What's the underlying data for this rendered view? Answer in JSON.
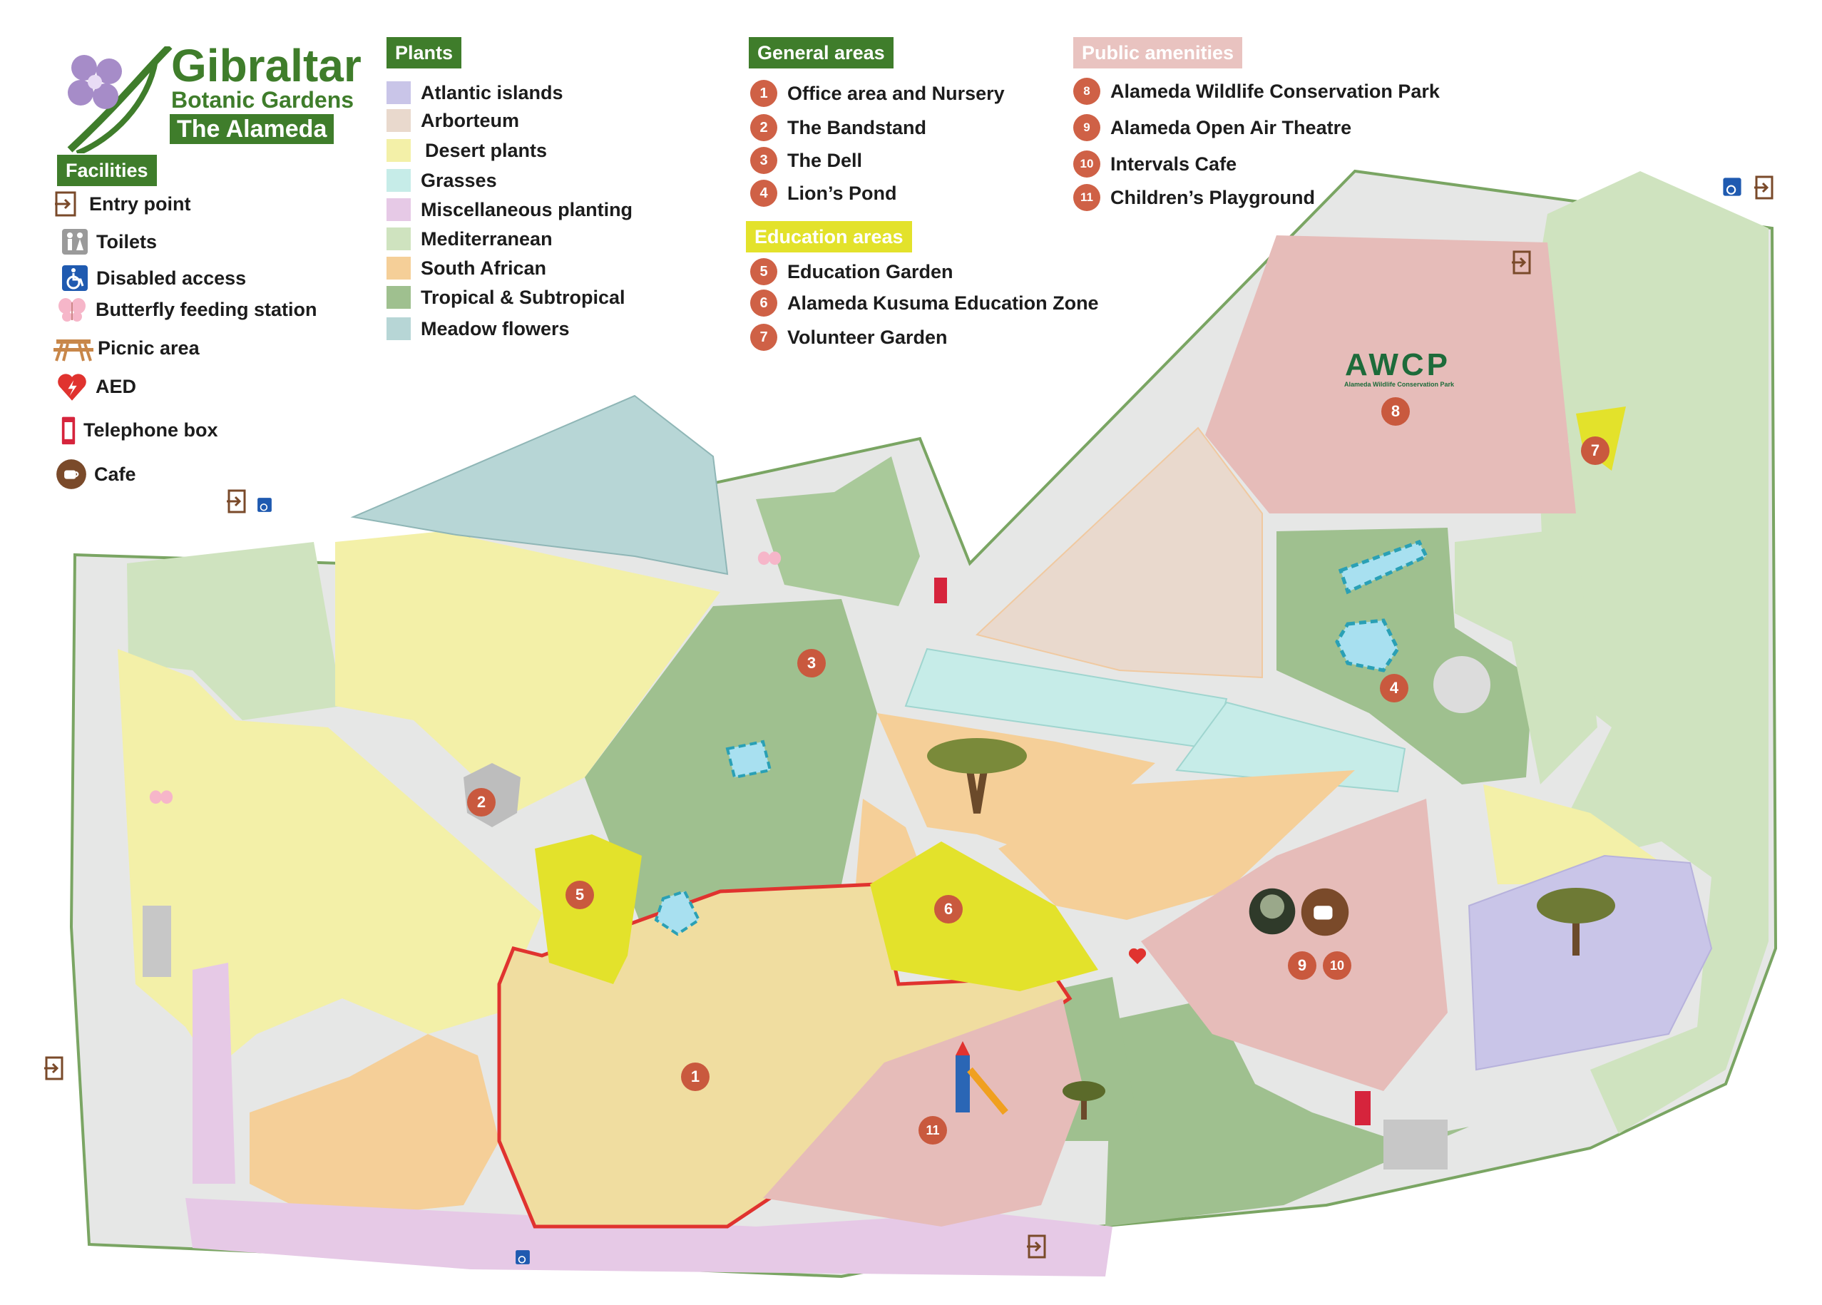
{
  "logo": {
    "title": "Gibraltar",
    "subtitle": "Botanic Gardens",
    "tagline": "The Alameda"
  },
  "facilities": {
    "heading": "Facilities",
    "items": [
      {
        "label": "Entry point",
        "icon": "entry-icon"
      },
      {
        "label": "Toilets",
        "icon": "toilets-icon"
      },
      {
        "label": "Disabled access",
        "icon": "wheelchair-icon"
      },
      {
        "label": "Butterfly feeding station",
        "icon": "butterfly-icon"
      },
      {
        "label": "Picnic area",
        "icon": "picnic-table-icon"
      },
      {
        "label": "AED",
        "icon": "aed-heart-icon"
      },
      {
        "label": "Telephone box",
        "icon": "telephone-box-icon"
      },
      {
        "label": "Cafe",
        "icon": "coffee-cup-icon"
      }
    ]
  },
  "plants": {
    "heading": "Plants",
    "items": [
      {
        "label": "Atlantic islands",
        "color": "#c9c5e8"
      },
      {
        "label": "Arborteum",
        "color": "#e9d9cd"
      },
      {
        "label": "Desert plants",
        "color": "#f3f0a8"
      },
      {
        "label": "Grasses",
        "color": "#c6ece8"
      },
      {
        "label": "Miscellaneous planting",
        "color": "#e6c9e6"
      },
      {
        "label": "Mediterranean",
        "color": "#cfe3bf"
      },
      {
        "label": "South African",
        "color": "#f5cf98"
      },
      {
        "label": "Tropical & Subtropical",
        "color": "#9fc08f"
      },
      {
        "label": "Meadow flowers",
        "color": "#b7d6d6"
      }
    ]
  },
  "general_areas": {
    "heading": "General areas",
    "items": [
      {
        "num": "1",
        "label": "Office area and Nursery"
      },
      {
        "num": "2",
        "label": "The Bandstand"
      },
      {
        "num": "3",
        "label": "The Dell"
      },
      {
        "num": "4",
        "label": "Lion’s Pond"
      }
    ]
  },
  "education_areas": {
    "heading": "Education areas",
    "items": [
      {
        "num": "5",
        "label": "Education Garden"
      },
      {
        "num": "6",
        "label": "Alameda Kusuma Education Zone"
      },
      {
        "num": "7",
        "label": "Volunteer Garden"
      }
    ]
  },
  "public_amenities": {
    "heading": "Public amenities",
    "items": [
      {
        "num": "8",
        "label": "Alameda Wildlife Conservation Park"
      },
      {
        "num": "9",
        "label": "Alameda Open Air Theatre"
      },
      {
        "num": "10",
        "label": "Intervals Cafe"
      },
      {
        "num": "11",
        "label": "Children’s Playground"
      }
    ]
  },
  "awcp": {
    "logo_text": "AWCP",
    "logo_subtext": "Alameda Wildlife Conservation Park"
  },
  "colors": {
    "facilities_header": "#3f7d2b",
    "plants_header": "#3f7d2b",
    "general_header": "#3f7d2b",
    "education_header": "#e3e22b",
    "amenities_header": "#e9c3c0",
    "badge": "#c9593e",
    "path": "#e6e7e6",
    "office_outline": "#e0332f"
  },
  "map_badges": {
    "b1": "1",
    "b2": "2",
    "b3": "3",
    "b4": "4",
    "b5": "5",
    "b6": "6",
    "b7": "7",
    "b8": "8",
    "b9": "9",
    "b10": "10",
    "b11": "11"
  }
}
